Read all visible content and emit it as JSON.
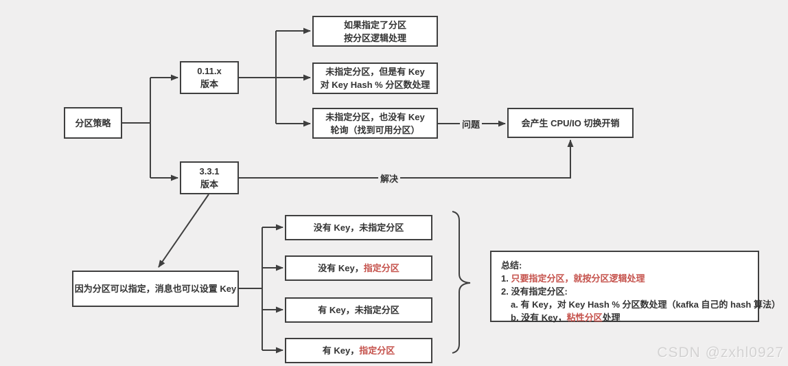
{
  "colors": {
    "background": "#f0efef",
    "box_fill": "#ffffff",
    "line_and_border": "#3f3f3f",
    "text": "#333333",
    "accent_red": "#c5524c",
    "watermark": "#d3d2d2"
  },
  "nodes": {
    "root": {
      "label": "分区策略"
    },
    "v011": {
      "line1": "0.11.x",
      "line2": "版本"
    },
    "v331": {
      "line1": "3.3.1",
      "line2": "版本"
    },
    "case_specified": {
      "line1": "如果指定了分区",
      "line2": "按分区逻辑处理"
    },
    "case_key": {
      "line1": "未指定分区，但是有 Key",
      "line2": "对 Key Hash % 分区数处理"
    },
    "case_none": {
      "line1": "未指定分区，也没有 Key",
      "line2": "轮询（找到可用分区）"
    },
    "cost": {
      "label": "会产生 CPU/IO 切换开销"
    },
    "reason": {
      "label": "因为分区可以指定，消息也可以设置 Key"
    },
    "combo1": {
      "text": "没有 Key，未指定分区"
    },
    "combo2": {
      "text_black": "没有 Key，",
      "text_red": "指定分区"
    },
    "combo3": {
      "text": "有 Key，未指定分区"
    },
    "combo4": {
      "text_black": "有 Key，",
      "text_red": "指定分区"
    }
  },
  "edge_labels": {
    "problem": "问题",
    "solve": "解决"
  },
  "summary": {
    "title": "总结:",
    "item1_prefix": "1. ",
    "item1_red": "只要指定分区，就按分区逻辑处理",
    "item2": "2. 没有指定分区:",
    "item2a": "a. 有 Key，对 Key Hash % 分区数处理（kafka 自己的 hash 算法）",
    "item2b_prefix": "b. 没有 Key，",
    "item2b_red": "粘性分区",
    "item2b_suffix": "处理"
  },
  "watermark": "CSDN @zxhl0927"
}
